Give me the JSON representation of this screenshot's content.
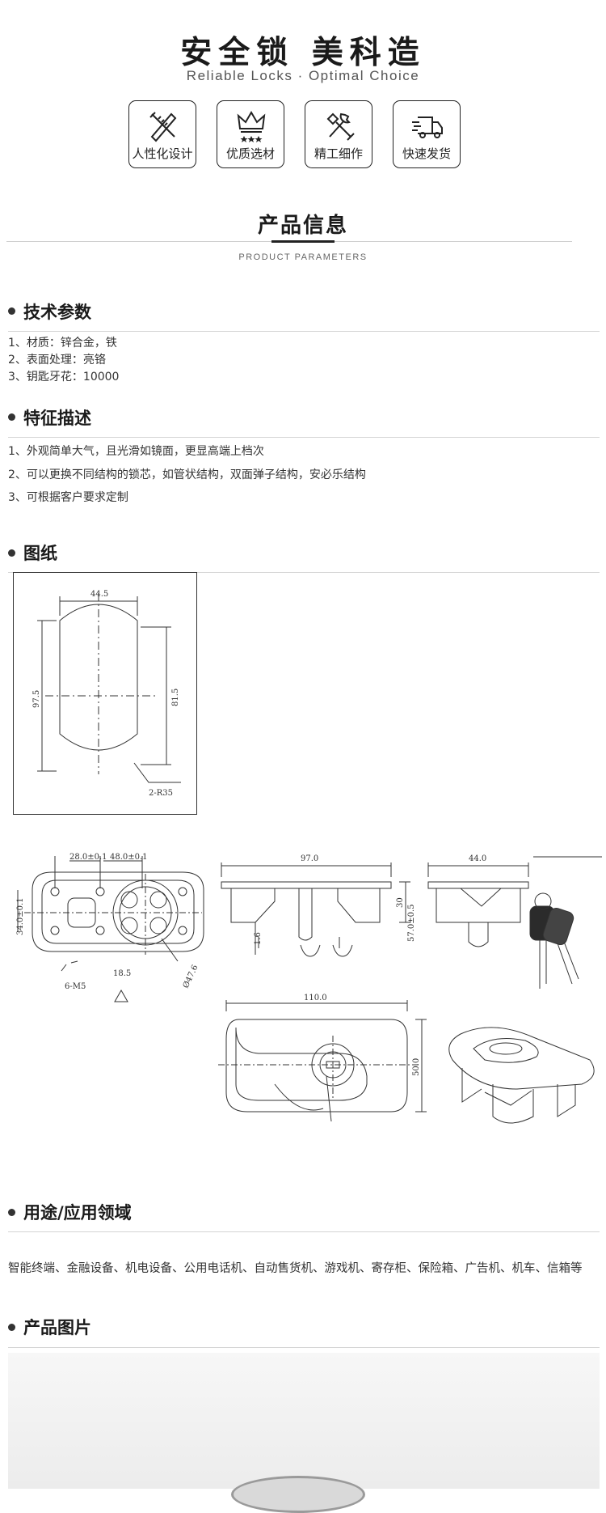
{
  "header": {
    "title_cn": "安全锁  美科造",
    "title_en": "Reliable Locks · Optimal Choice"
  },
  "features": [
    {
      "label": "人性化设计",
      "icon": "ruler-pencil-icon"
    },
    {
      "label": "优质选材",
      "icon": "crown-icon"
    },
    {
      "label": "精工细作",
      "icon": "tools-icon"
    },
    {
      "label": "快速发货",
      "icon": "truck-icon"
    }
  ],
  "product_info": {
    "title": "产品信息",
    "subtitle": "PRODUCT PARAMETERS"
  },
  "tech": {
    "title": "技术参数",
    "lines": [
      "1、材质：锌合金，铁",
      "2、表面处理：亮铬",
      "3、钥匙牙花：10000"
    ]
  },
  "features_desc": {
    "title": "特征描述",
    "lines": [
      "1、外观简单大气，且光滑如镜面，更显高端上档次",
      "2、可以更换不同结构的锁芯，如管状结构，双面弹子结构，安必乐结构",
      "3、可根据客户要求定制"
    ]
  },
  "drawing": {
    "title": "图纸",
    "dims": {
      "d44_5": "44.5",
      "d97_5": "97.5",
      "d81_5": "81.5",
      "r35": "2-R35",
      "d28": "28.0±0.1",
      "d48": "48.0±0.1",
      "d34": "34.0±0.1",
      "d97": "97.0",
      "d44": "44.0",
      "d110": "110.0",
      "d50": "50.0",
      "d18_5": "18.5",
      "m5": "6-M5",
      "d47": "Ø47.6",
      "d30": "30",
      "d57": "57.0±0.5",
      "d1_6": "1.6"
    }
  },
  "usage": {
    "title": "用途/应用领域",
    "text": "智能终端、金融设备、机电设备、公用电话机、自动售货机、游戏机、寄存柜、保险箱、广告机、机车、信箱等"
  },
  "photos": {
    "title": "产品图片"
  }
}
